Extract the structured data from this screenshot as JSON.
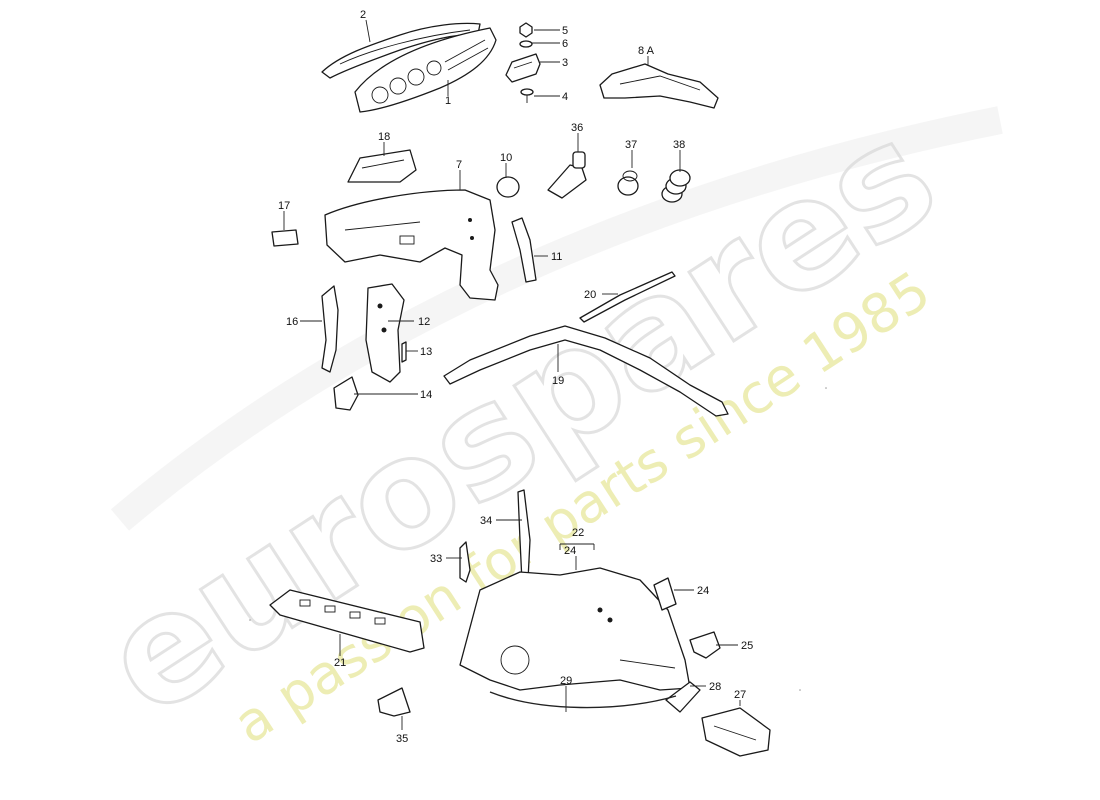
{
  "watermark": {
    "brand": "eurospares",
    "tagline": "a passion for parts since 1985",
    "brand_color": "#d8d8d8",
    "tagline_color": "#e8e79c"
  },
  "callouts": {
    "c1": "1",
    "c2": "2",
    "c3": "3",
    "c4": "4",
    "c5": "5",
    "c6": "6",
    "c7": "7",
    "c8a": "8 A",
    "c10": "10",
    "c11": "11",
    "c12": "12",
    "c13": "13",
    "c14": "14",
    "c16": "16",
    "c17": "17",
    "c18": "18",
    "c19": "19",
    "c20": "20",
    "c21": "21",
    "c22": "22",
    "c24a": "24",
    "c24b": "24",
    "c25": "25",
    "c27": "27",
    "c28": "28",
    "c29": "29",
    "c33": "33",
    "c34": "34",
    "c35": "35",
    "c36": "36",
    "c37": "37",
    "c38": "38"
  }
}
